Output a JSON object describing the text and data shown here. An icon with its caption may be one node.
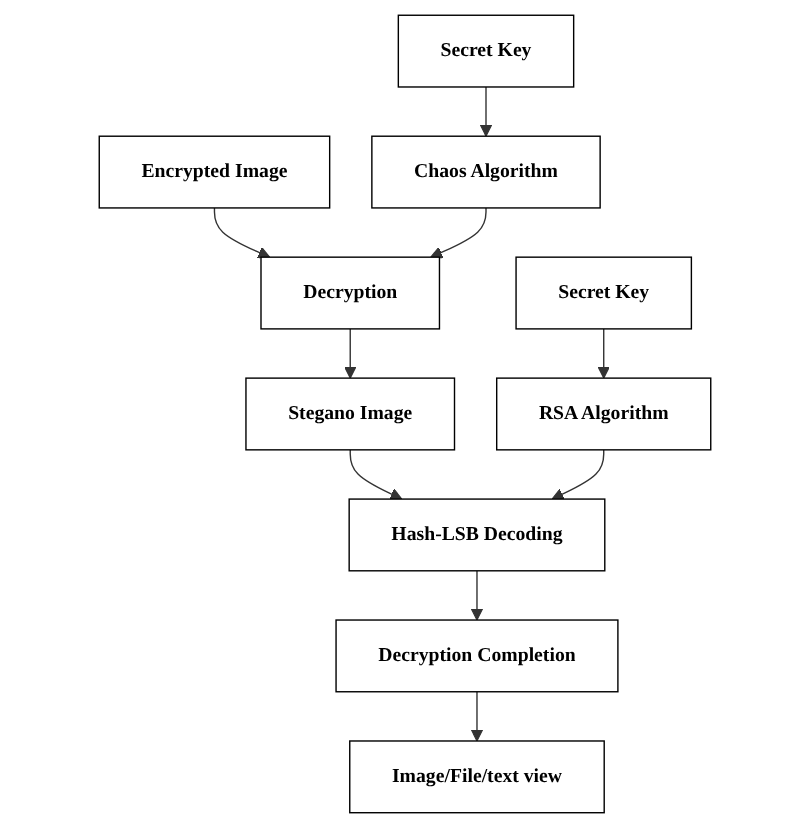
{
  "diagram": {
    "nodes": [
      {
        "text": [
          "Encrypted Image"
        ]
      },
      {
        "text": [
          "Secret Key"
        ]
      },
      {
        "text": [
          "Chaos Algorithm"
        ]
      },
      {
        "text": [
          "Decryption"
        ]
      },
      {
        "text": [
          "Stegano Image"
        ]
      },
      {
        "text": [
          "Secret Key"
        ]
      },
      {
        "text": [
          "RSA Algorithm"
        ]
      },
      {
        "text": [
          "Hash-LSB Decoding"
        ]
      },
      {
        "text": [
          "Decryption Completion"
        ]
      },
      {
        "text": [
          "Image/File/text view"
        ]
      }
    ],
    "edges": [
      {
        "from": 0,
        "to": 3,
        "arrow": "to"
      },
      {
        "from": 1,
        "to": 2,
        "arrow": "to"
      },
      {
        "from": 2,
        "to": 3,
        "arrow": "to"
      },
      {
        "from": 3,
        "to": 4,
        "arrow": "to"
      },
      {
        "from": 4,
        "to": 7,
        "arrow": "to"
      },
      {
        "from": 5,
        "to": 6,
        "arrow": "to"
      },
      {
        "from": 6,
        "to": 7,
        "arrow": "to"
      },
      {
        "from": 7,
        "to": 8,
        "arrow": "to"
      },
      {
        "from": 8,
        "to": 9,
        "arrow": "to"
      }
    ]
  }
}
